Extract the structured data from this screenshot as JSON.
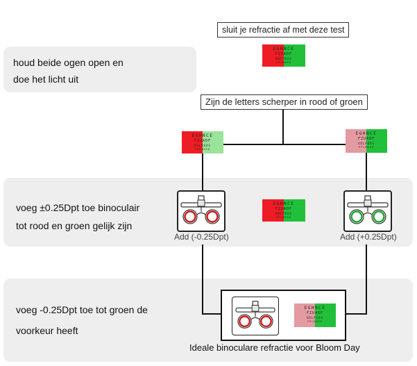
{
  "top_label": "sluit je refractie af met deze test",
  "question_label": "Zijn de letters scherper in rood of groen",
  "panel1": {
    "line1": "houd beide ogen open en",
    "line2": "doe het licht uit"
  },
  "panel2": {
    "line1": "voeg ±0.25Dpt toe binoculair",
    "line2": "tot rood en groen gelijk zijn"
  },
  "panel3": {
    "line1": "voeg -0.25Dpt toe tot groen de",
    "line2": "voorkeur heeft"
  },
  "add_minus_label": "Add (-0.25Dpt)",
  "add_plus_label": "Add (+0.25Dpt)",
  "final_caption": "Ideale binoculare refractie voor Bloom Day",
  "chart_rows": [
    "EGHNCE",
    "FZUADF",
    "ODLPEOS",
    "FPLNOSO"
  ],
  "colors": {
    "red": "#ee1c24",
    "green": "#22c03a",
    "faded_red": "#e39aa0",
    "faded_green": "#9be29a",
    "panel": "#eeeeee",
    "line": "#111111"
  },
  "icons": {
    "trial_frame": "trial-frame-icon",
    "duochrome": "duochrome-chart-icon"
  }
}
